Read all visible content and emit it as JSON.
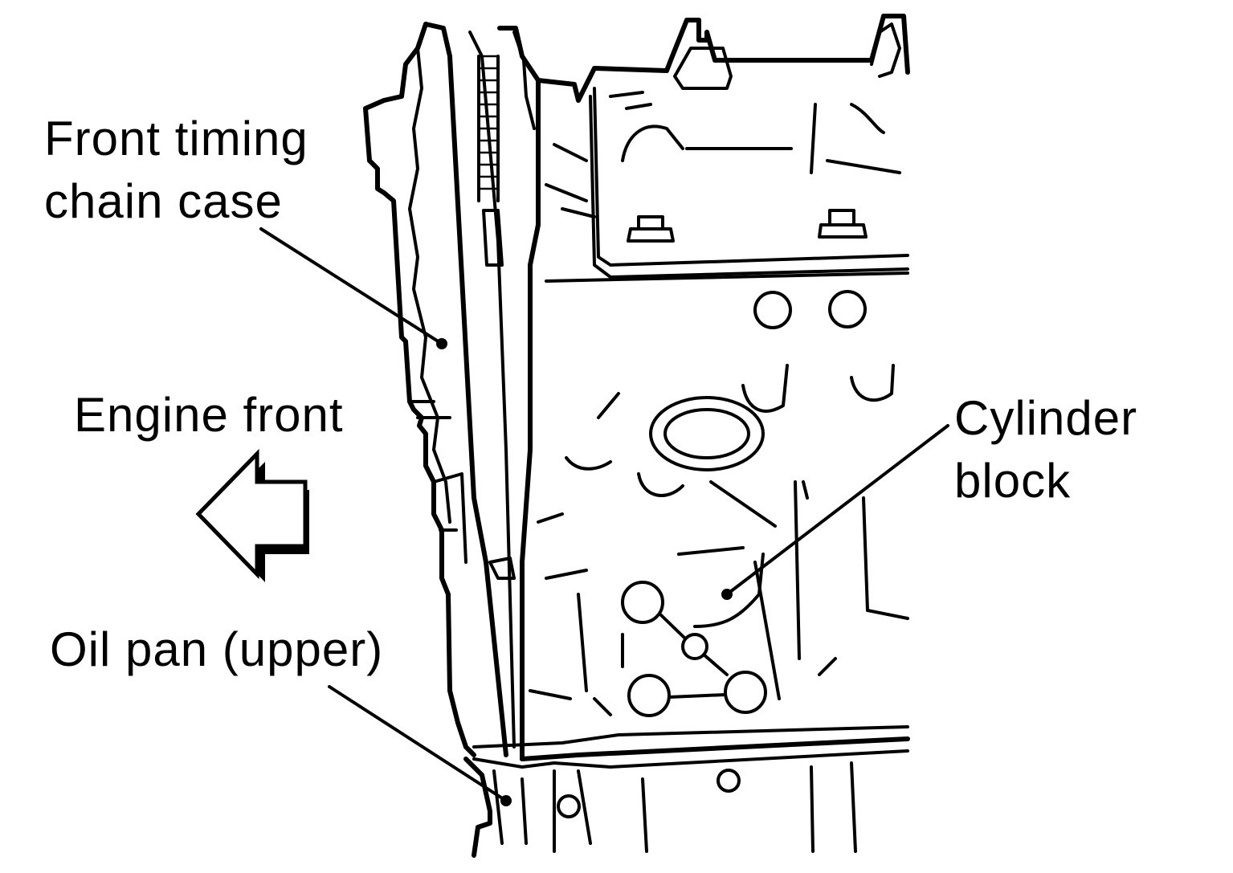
{
  "labels": {
    "front_timing_chain_case_line1": "Front timing",
    "front_timing_chain_case_line2": "chain case",
    "engine_front": "Engine front",
    "cylinder_block_line1": "Cylinder",
    "cylinder_block_line2": "block",
    "oil_pan_upper": "Oil pan (upper)"
  },
  "icons": {
    "direction_arrow": "left-arrow-icon"
  },
  "colors": {
    "line": "#000000",
    "background": "#ffffff"
  }
}
